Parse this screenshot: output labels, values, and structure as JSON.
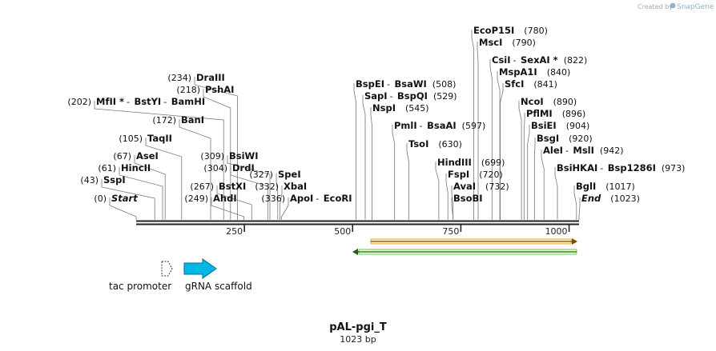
{
  "credit": {
    "prefix": "Created by",
    "brand": "SnapGene"
  },
  "map": {
    "name": "pAL-pgi_T",
    "length_text": "1023 bp",
    "length_bp": 1023,
    "axis_ticks": [
      250,
      500,
      750,
      1000
    ],
    "colors": {
      "feature_arrow": "#00b8e6",
      "orange_strand": "#f0a030",
      "green_strand": "#66cc44"
    }
  },
  "sites": [
    {
      "pos": 0,
      "pos_text": "(0)",
      "enzymes": [
        {
          "name": "Start",
          "style": "italic"
        }
      ]
    },
    {
      "pos": 43,
      "pos_text": "(43)",
      "enzymes": [
        {
          "name": "SspI"
        }
      ]
    },
    {
      "pos": 61,
      "pos_text": "(61)",
      "enzymes": [
        {
          "name": "HincII"
        }
      ]
    },
    {
      "pos": 67,
      "pos_text": "(67)",
      "enzymes": [
        {
          "name": "AseI"
        }
      ]
    },
    {
      "pos": 105,
      "pos_text": "(105)",
      "enzymes": [
        {
          "name": "TaqII"
        }
      ]
    },
    {
      "pos": 172,
      "pos_text": "(172)",
      "enzymes": [
        {
          "name": "BanI"
        }
      ]
    },
    {
      "pos": 202,
      "pos_text": "(202)",
      "enzymes": [
        {
          "name": "MfII *"
        },
        {
          "name": "BstYI"
        },
        {
          "name": "BamHI"
        }
      ]
    },
    {
      "pos": 218,
      "pos_text": "(218)",
      "enzymes": [
        {
          "name": "PshAI"
        }
      ]
    },
    {
      "pos": 234,
      "pos_text": "(234)",
      "enzymes": [
        {
          "name": "DraIII"
        }
      ]
    },
    {
      "pos": 249,
      "pos_text": "(249)",
      "enzymes": [
        {
          "name": "AhdI"
        }
      ]
    },
    {
      "pos": 267,
      "pos_text": "(267)",
      "enzymes": [
        {
          "name": "BstXI"
        }
      ]
    },
    {
      "pos": 304,
      "pos_text": "(304)",
      "enzymes": [
        {
          "name": "DrdI"
        }
      ]
    },
    {
      "pos": 309,
      "pos_text": "(309)",
      "enzymes": [
        {
          "name": "BsiWI"
        }
      ]
    },
    {
      "pos": 327,
      "pos_text": "(327)",
      "enzymes": [
        {
          "name": "SpeI"
        }
      ]
    },
    {
      "pos": 332,
      "pos_text": "(332)",
      "enzymes": [
        {
          "name": "XbaI"
        }
      ]
    },
    {
      "pos": 336,
      "pos_text": "(336)",
      "enzymes": [
        {
          "name": "ApoI"
        },
        {
          "name": "EcoRI"
        }
      ]
    },
    {
      "pos": 508,
      "pos_text": "(508)",
      "enzymes": [
        {
          "name": "BspEI"
        },
        {
          "name": "BsaWI"
        }
      ]
    },
    {
      "pos": 529,
      "pos_text": "(529)",
      "enzymes": [
        {
          "name": "SapI"
        },
        {
          "name": "BspQI"
        }
      ]
    },
    {
      "pos": 545,
      "pos_text": "(545)",
      "enzymes": [
        {
          "name": "NspI"
        }
      ]
    },
    {
      "pos": 597,
      "pos_text": "(597)",
      "enzymes": [
        {
          "name": "PmlI"
        },
        {
          "name": "BsaAI"
        }
      ]
    },
    {
      "pos": 630,
      "pos_text": "(630)",
      "enzymes": [
        {
          "name": "TsoI"
        }
      ]
    },
    {
      "pos": 699,
      "pos_text": "(699)",
      "enzymes": [
        {
          "name": "HindIII"
        }
      ]
    },
    {
      "pos": 720,
      "pos_text": "(720)",
      "enzymes": [
        {
          "name": "FspI"
        }
      ]
    },
    {
      "pos": 732,
      "pos_text": "(732)",
      "enzymes": [
        {
          "name": "AvaI"
        }
      ]
    },
    {
      "pos": 732,
      "pos_text": "",
      "enzymes": [
        {
          "name": "BsoBI"
        }
      ]
    },
    {
      "pos": 780,
      "pos_text": "(780)",
      "enzymes": [
        {
          "name": "EcoP15I"
        }
      ]
    },
    {
      "pos": 790,
      "pos_text": "(790)",
      "enzymes": [
        {
          "name": "MscI"
        }
      ]
    },
    {
      "pos": 822,
      "pos_text": "(822)",
      "enzymes": [
        {
          "name": "CsiI"
        },
        {
          "name": "SexAI *"
        }
      ]
    },
    {
      "pos": 840,
      "pos_text": "(840)",
      "enzymes": [
        {
          "name": "MspA1I"
        }
      ]
    },
    {
      "pos": 841,
      "pos_text": "(841)",
      "enzymes": [
        {
          "name": "SfcI"
        }
      ]
    },
    {
      "pos": 890,
      "pos_text": "(890)",
      "enzymes": [
        {
          "name": "NcoI"
        }
      ]
    },
    {
      "pos": 896,
      "pos_text": "(896)",
      "enzymes": [
        {
          "name": "PflMI"
        }
      ]
    },
    {
      "pos": 904,
      "pos_text": "(904)",
      "enzymes": [
        {
          "name": "BsiEI"
        }
      ]
    },
    {
      "pos": 920,
      "pos_text": "(920)",
      "enzymes": [
        {
          "name": "BsgI"
        }
      ]
    },
    {
      "pos": 942,
      "pos_text": "(942)",
      "enzymes": [
        {
          "name": "AleI"
        },
        {
          "name": "MslI"
        }
      ]
    },
    {
      "pos": 973,
      "pos_text": "(973)",
      "enzymes": [
        {
          "name": "BsiHKAI"
        },
        {
          "name": "Bsp1286I"
        }
      ]
    },
    {
      "pos": 1017,
      "pos_text": "(1017)",
      "enzymes": [
        {
          "name": "BglI"
        }
      ]
    },
    {
      "pos": 1023,
      "pos_text": "(1023)",
      "enzymes": [
        {
          "name": "End",
          "style": "italic"
        }
      ]
    }
  ],
  "features": [
    {
      "name": "tac promoter",
      "icon": "promoter-arrow-icon"
    },
    {
      "name": "gRNA scaffold",
      "icon": "feature-arrow-icon"
    }
  ]
}
